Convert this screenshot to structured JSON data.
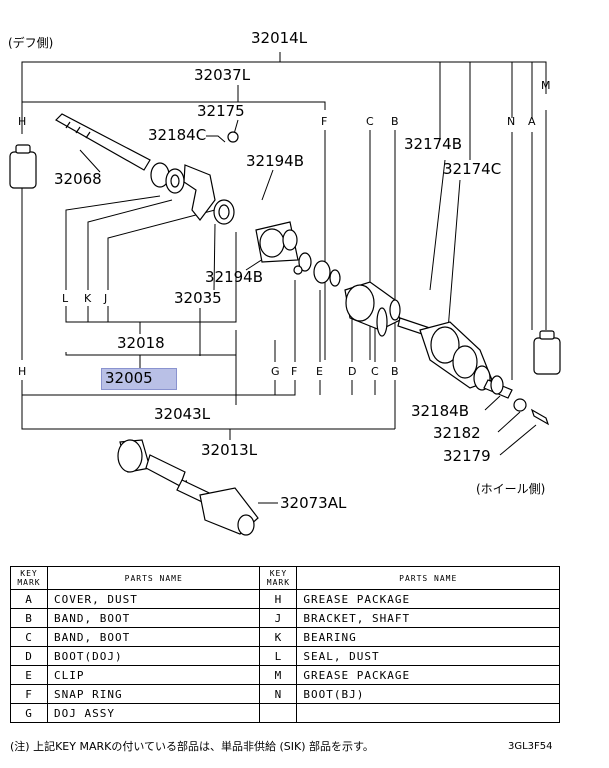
{
  "labels": {
    "diff_side": "(デフ側)",
    "wheel_side": "(ホイール側)",
    "p32014L": "32014L",
    "p32037L": "32037L",
    "p32175": "32175",
    "p32184C": "32184C",
    "p32068": "32068",
    "p32194B_a": "32194B",
    "p32194B_b": "32194B",
    "p32174B": "32174B",
    "p32174C": "32174C",
    "p32035": "32035",
    "p32018": "32018",
    "p32005": "32005",
    "p32043L": "32043L",
    "p32013L": "32013L",
    "p32184B": "32184B",
    "p32182": "32182",
    "p32179": "32179",
    "p32073AL": "32073AL"
  },
  "key_letters": {
    "M": "M",
    "H1": "H",
    "F1": "F",
    "C1": "C",
    "B1": "B",
    "N": "N",
    "A": "A",
    "L": "L",
    "K": "K",
    "J": "J",
    "H2": "H",
    "G": "G",
    "F2": "F",
    "E": "E",
    "D": "D",
    "C2": "C",
    "B2": "B"
  },
  "table": {
    "header": {
      "key_mark": "KEY MARK",
      "parts_name": "PARTS NAME"
    },
    "rows": [
      {
        "k1": "A",
        "n1": "COVER, DUST",
        "k2": "H",
        "n2": "GREASE PACKAGE"
      },
      {
        "k1": "B",
        "n1": "BAND, BOOT",
        "k2": "J",
        "n2": "BRACKET, SHAFT"
      },
      {
        "k1": "C",
        "n1": "BAND, BOOT",
        "k2": "K",
        "n2": "BEARING"
      },
      {
        "k1": "D",
        "n1": "BOOT(DOJ)",
        "k2": "L",
        "n2": "SEAL, DUST"
      },
      {
        "k1": "E",
        "n1": "CLIP",
        "k2": "M",
        "n2": "GREASE PACKAGE"
      },
      {
        "k1": "F",
        "n1": "SNAP RING",
        "k2": "N",
        "n2": "BOOT(BJ)"
      },
      {
        "k1": "G",
        "n1": "DOJ ASSY",
        "k2": "",
        "n2": ""
      }
    ]
  },
  "footnote": "(注) 上記KEY MARKの付いている部品は、単品非供給 (SIK) 部品を示す。",
  "diagram_code": "3GL3F54",
  "colors": {
    "highlight": "#b9c0e6",
    "line": "#000000"
  }
}
